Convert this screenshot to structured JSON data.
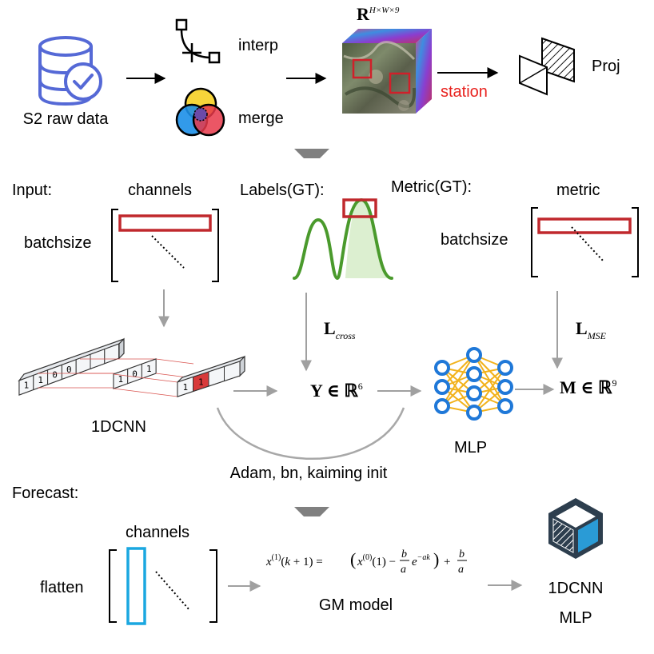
{
  "top": {
    "s2_label": "S2 raw data",
    "interp_label": "interp",
    "merge_label": "merge",
    "tensor_label": "R",
    "tensor_exp": "H×W×9",
    "station_label": "station",
    "proj_label": "Proj"
  },
  "training": {
    "input_label": "Input:",
    "channels_label": "channels",
    "batchsize_label": "batchsize",
    "labels_label": "Labels(GT):",
    "metric_gt_label": "Metric(GT):",
    "metric_label": "metric",
    "batchsize2_label": "batchsize",
    "loss_cross_main": "L",
    "loss_cross_sub": "cross",
    "loss_mse_main": "L",
    "loss_mse_sub": "MSE",
    "y_main": "Y ∈ ℝ",
    "y_exp": "6",
    "m_main": "M ∈ ℝ",
    "m_exp": "9",
    "cnn_label": "1DCNN",
    "mlp_label": "MLP",
    "optimizer_label": "Adam, bn, kaiming init",
    "conv_cells_input": [
      "1",
      "1",
      "0",
      "0"
    ],
    "conv_cells_mid": [
      "1",
      "0",
      "1"
    ],
    "conv_cells_out": [
      "1",
      "1"
    ]
  },
  "forecast": {
    "forecast_label": "Forecast:",
    "channels_label": "channels",
    "flatten_label": "flatten",
    "gm_label": "GM model",
    "out_label1": "1DCNN",
    "out_label2": "MLP"
  },
  "colors": {
    "red": "#c0282d",
    "station_red": "#e8231f",
    "green": "#4a9a2c",
    "blue": "#1f78d8",
    "cyan": "#1aa7e0",
    "gray": "#a0a0a0",
    "dark": "#2d3e4e",
    "accent_blue": "#2a9bd6",
    "orange": "#f2b21b"
  }
}
